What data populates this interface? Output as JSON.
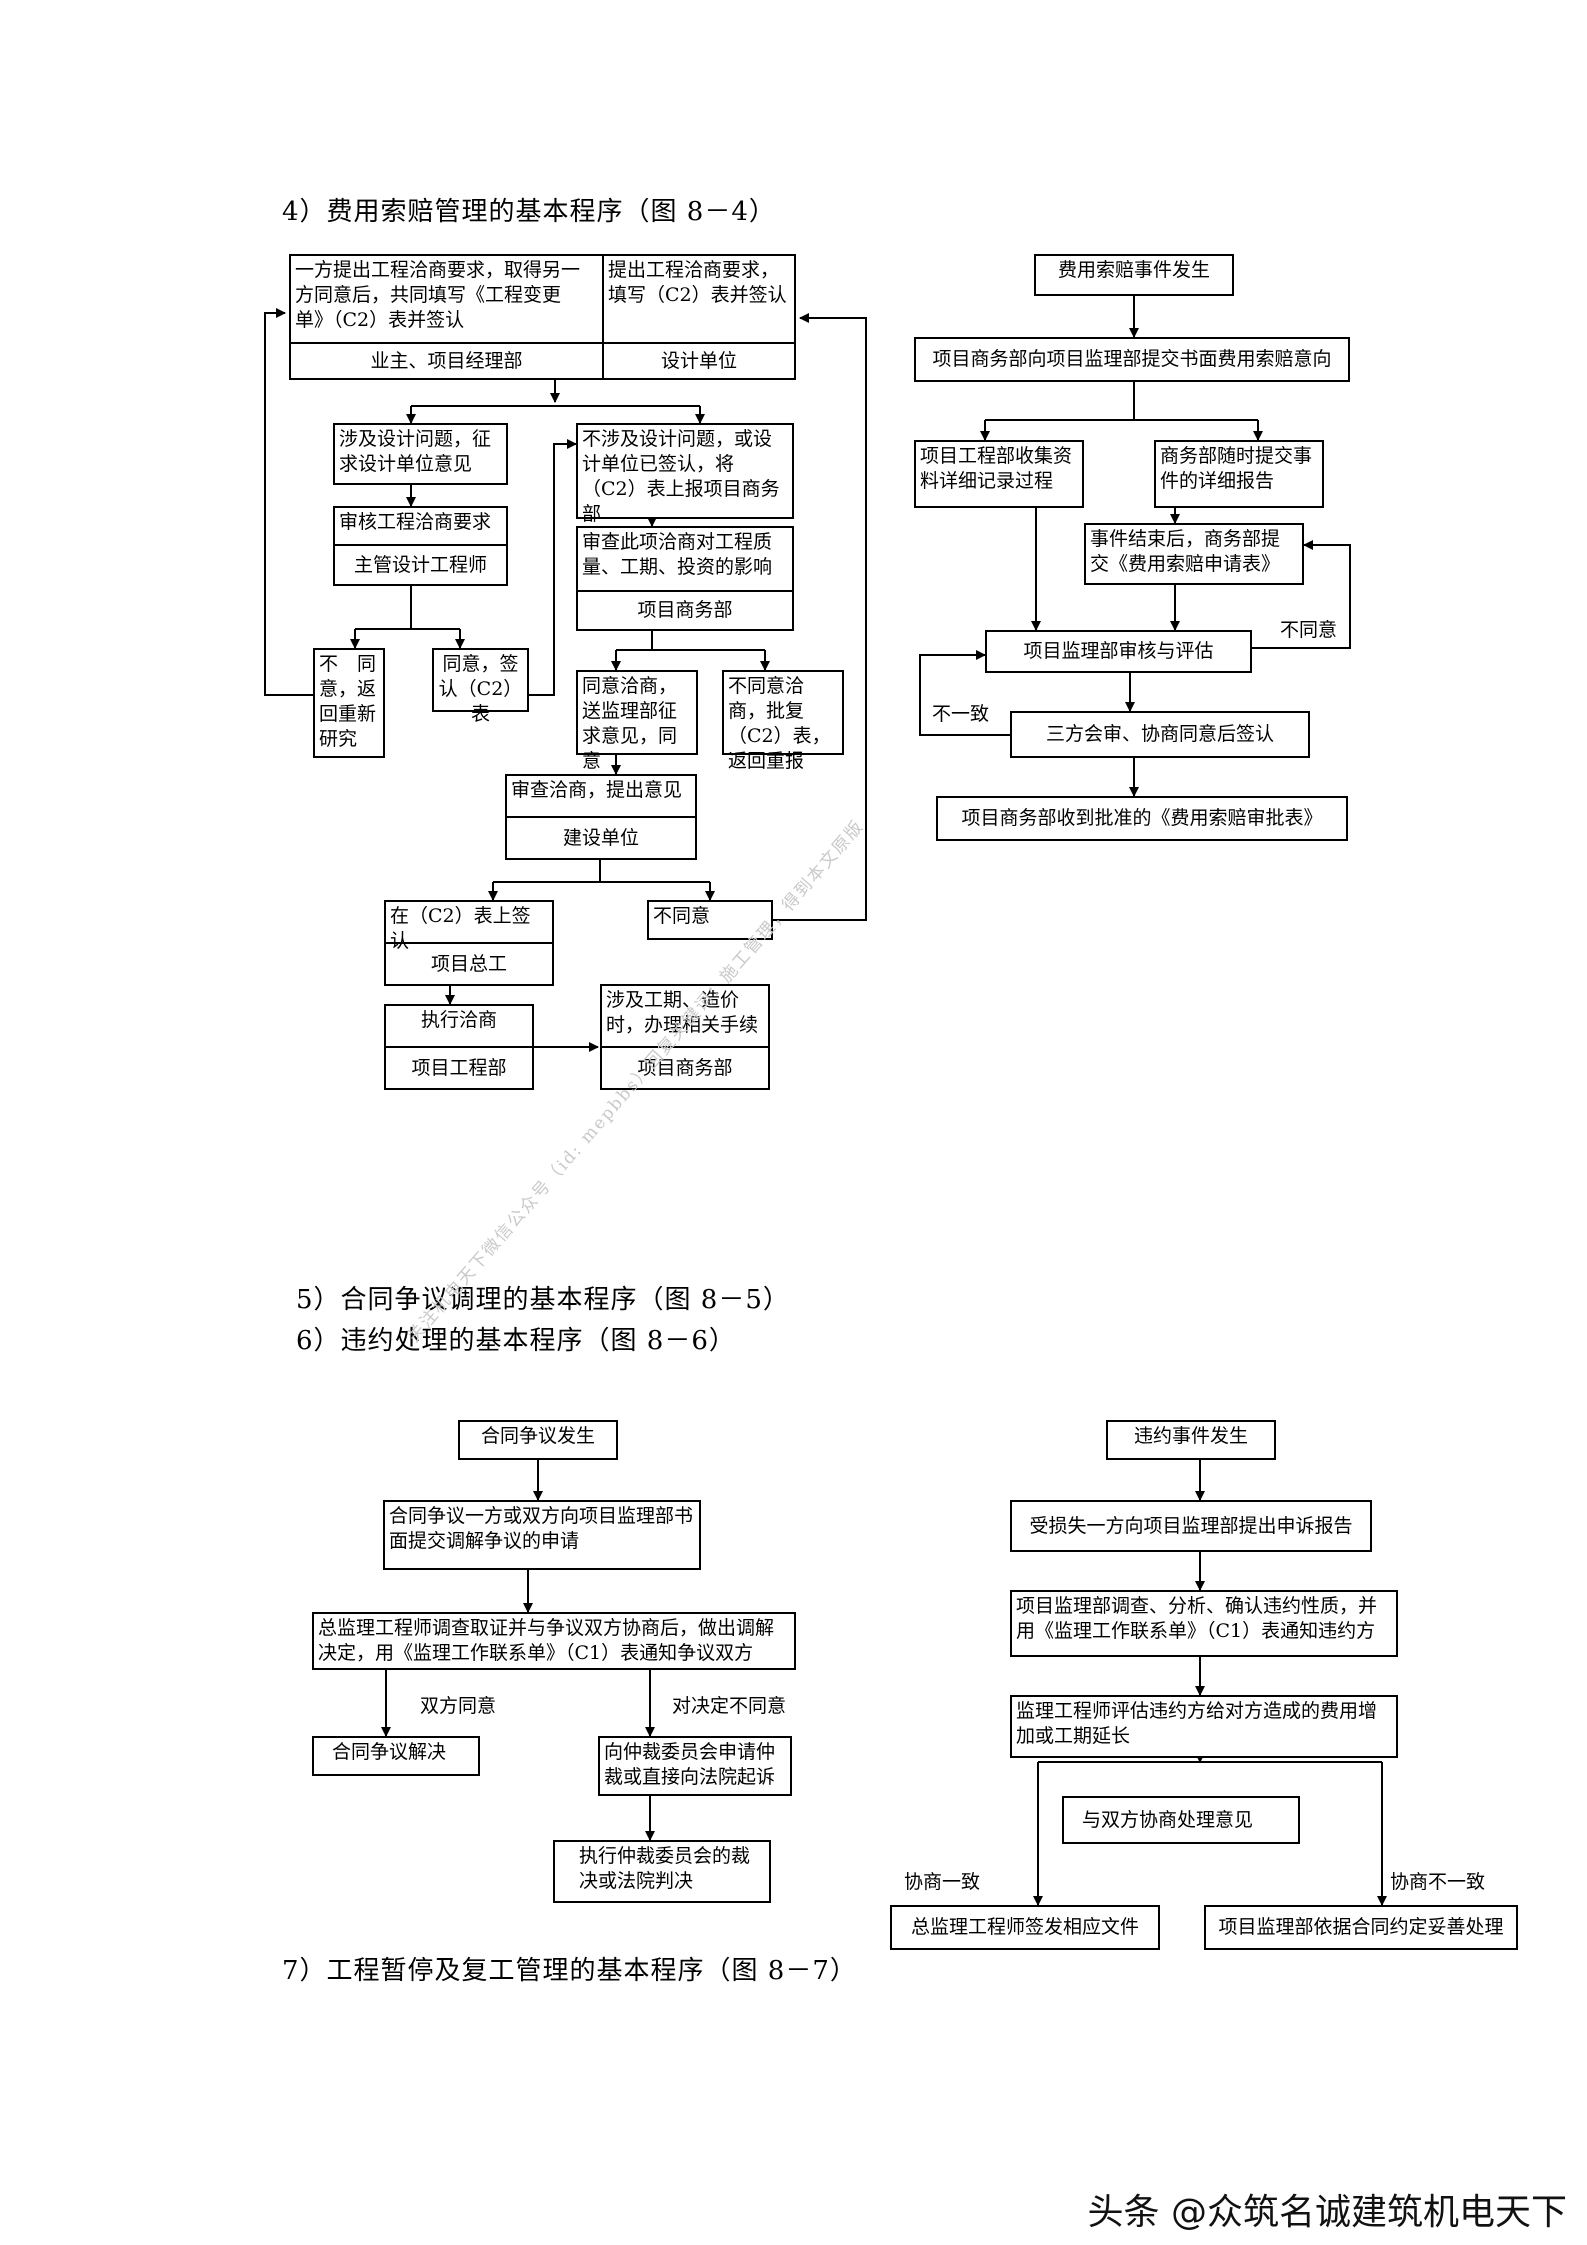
{
  "headings": {
    "h4": "4）费用索赔管理的基本程序（图 8－4）",
    "h5": "5）合同争议调理的基本程序（图 8－5）",
    "h6": "6）违约处理的基本程序（图 8－6）",
    "h7": "7）工程暂停及复工管理的基本程序（图 8－7）"
  },
  "fig84": {
    "owner_request": "一方提出工程洽商要求，取得另一方同意后，共同填写《工程变更单》（C2）表并签认",
    "owner_label": "业主、项目经理部",
    "design_request": "提出工程洽商要求，填写（C2）表并签认",
    "design_label": "设计单位",
    "design_issue": "涉及设计问题，征求设计单位意见",
    "review_request": "审核工程洽商要求",
    "chief_designer": "主管设计工程师",
    "not_agree_return": "不　同意，返回重新研究",
    "agree_sign": "同意，签认（C2）表",
    "no_design_issue": "不涉及设计问题，或设计单位已签认，将（C2）表上报项目商务部",
    "review_impact": "审查此项洽商对工程质量、工期、投资的影响",
    "commerce_dept": "项目商务部",
    "agree_submit": "同意洽商，送监理部征求意见，同意",
    "disagree_return": "不同意洽商，批复（C2）表，返回重报",
    "review_opinion": "审查洽商，提出意见",
    "construction_unit": "建设单位",
    "sign_c2": "在（C2）表上签认",
    "chief_engineer": "项目总工",
    "not_agree": "不同意",
    "execute": "执行洽商",
    "engineering_dept": "项目工程部",
    "procedures": "涉及工期、造价时，办理相关手续",
    "commerce_dept2": "项目商务部"
  },
  "fig84b": {
    "claim_event": "费用索赔事件发生",
    "submit_intent": "项目商务部向项目监理部提交书面费用索赔意向",
    "collect_records": "项目工程部收集资料详细记录过程",
    "detailed_report": "商务部随时提交事件的详细报告",
    "after_event": "事件结束后，商务部提交《费用索赔申请表》",
    "review_assess": "项目监理部审核与评估",
    "not_agree": "不同意",
    "inconsistent": "不一致",
    "tripartite": "三方会审、协商同意后签认",
    "receive_approval": "项目商务部收到批准的《费用索赔审批表》"
  },
  "fig85": {
    "dispute_occurs": "合同争议发生",
    "apply_mediation": "合同争议一方或双方向项目监理部书面提交调解争议的申请",
    "chief_decision": "总监理工程师调查取证并与争议双方协商后，做出调解决定，用《监理工作联系单》（C1）表通知争议双方",
    "both_agree": "双方同意",
    "disagree_decision": "对决定不同意",
    "resolved": "合同争议解决",
    "arbitration": "向仲裁委员会申请仲裁或直接向法院起诉",
    "execute_ruling": "执行仲裁委员会的裁决或法院判决"
  },
  "fig86": {
    "breach_occurs": "违约事件发生",
    "appeal_report": "受损失一方向项目监理部提出申诉报告",
    "investigate": "项目监理部调查、分析、确认违约性质，并用《监理工作联系单》（C1）表通知违约方",
    "evaluate_cost": "监理工程师评估违约方给对方造成的费用增加或工期延长",
    "negotiate": "与双方协商处理意见",
    "agreed": "协商一致",
    "not_agreed": "协商不一致",
    "issue_docs": "总监理工程师签发相应文件",
    "handle_contract": "项目监理部依据合同约定妥善处理"
  },
  "watermark": "关注机电天下微信公众号（id: mepbbs）回复关键词：施工管理，得到本文原版",
  "footer": "头条 @众筑名诚建筑机电天下"
}
